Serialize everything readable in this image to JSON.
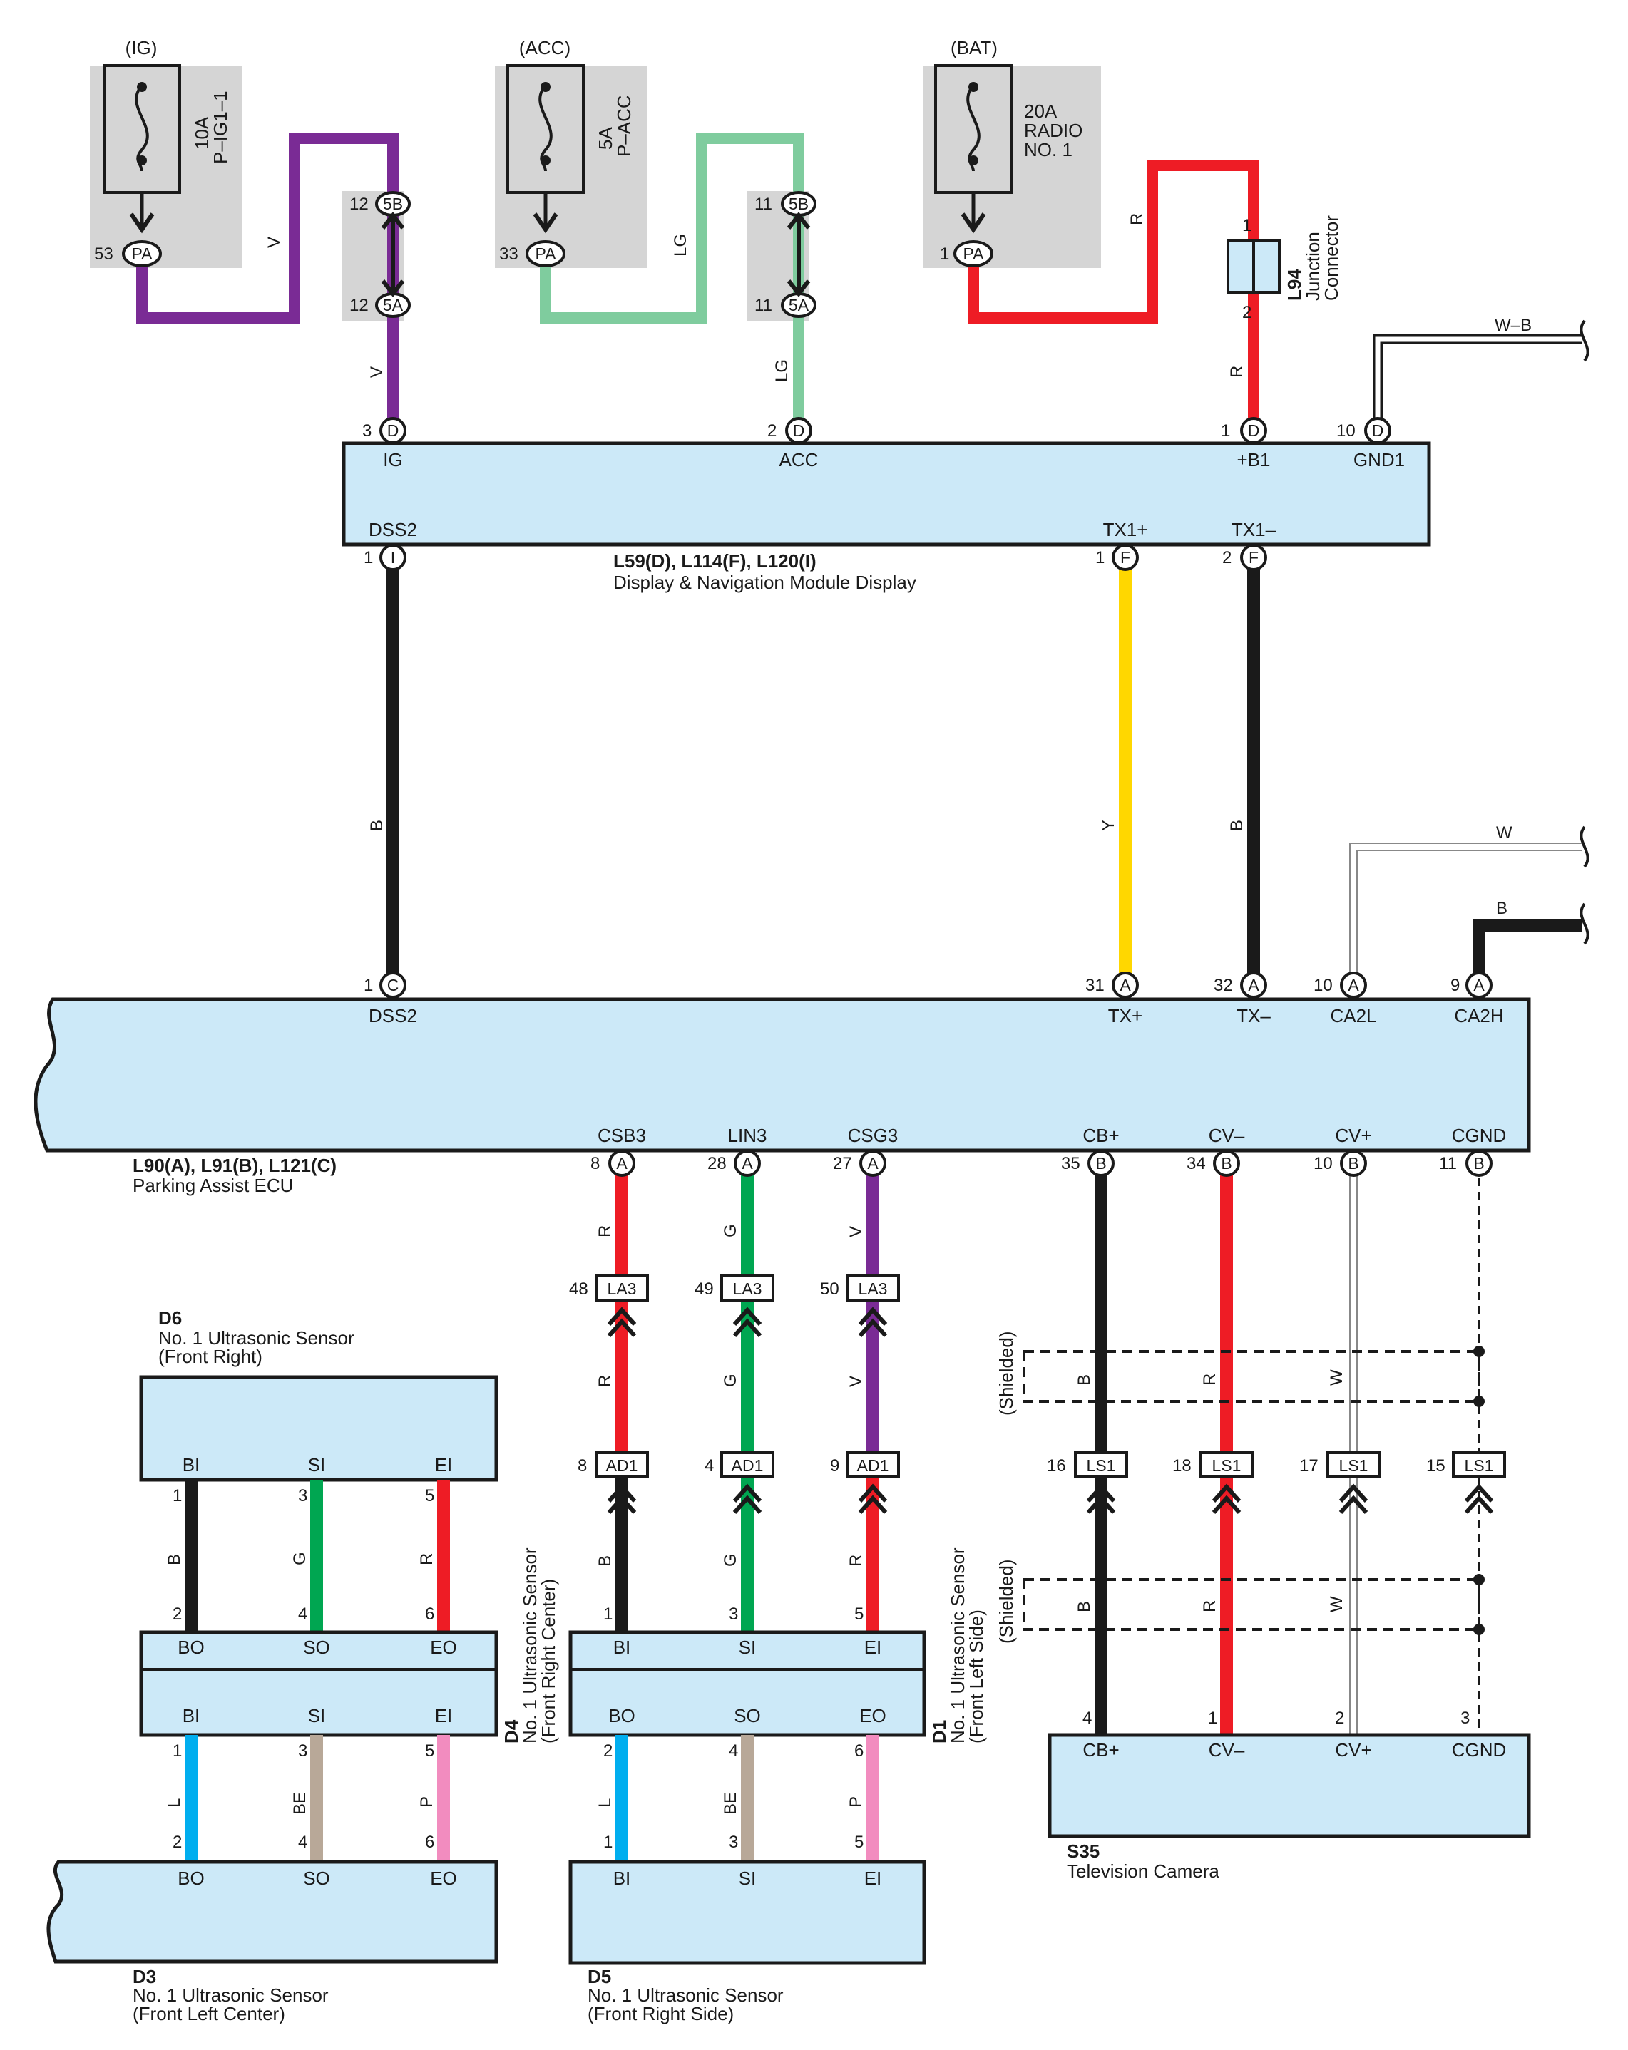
{
  "colors": {
    "violet": "#7a2b95",
    "light_green": "#7fcc9e",
    "red": "#ee1c25",
    "black": "#1a1a1a",
    "yellow": "#ffd700",
    "green": "#00a651",
    "blue": "#00aeef",
    "beige": "#b8a898",
    "pink": "#f28cbf",
    "white_wire": "#ffffff",
    "module_fill": "#cce9f8",
    "fuse_box": "#d5d5d5"
  },
  "fuses": [
    {
      "id": "ig",
      "source": "(IG)",
      "line1": "10A",
      "line2": "P–IG1–1",
      "pin": "53",
      "conn": "PA"
    },
    {
      "id": "acc",
      "source": "(ACC)",
      "line1": "5A",
      "line2": "P–ACC",
      "pin": "33",
      "conn": "PA"
    },
    {
      "id": "bat",
      "source": "(BAT)",
      "line1": "20A",
      "line2": "RADIO",
      "line3": "NO. 1",
      "pin": "1",
      "conn": "PA"
    }
  ],
  "inline_5ab": [
    {
      "top_pin": "12",
      "top_conn": "5B",
      "bot_pin": "12",
      "bot_conn": "5A"
    },
    {
      "top_pin": "11",
      "top_conn": "5B",
      "bot_pin": "11",
      "bot_conn": "5A"
    }
  ],
  "junction": {
    "id": "L94",
    "name1": "Junction",
    "name2": "Connector",
    "pin_top": "1",
    "pin_bot": "2"
  },
  "ground_wb": "W–B",
  "display_module": {
    "id": "L59(D), L114(F), L120(I)",
    "name": "Display & Navigation Module Display",
    "top_pins": [
      {
        "num": "3",
        "conn": "D",
        "name": "IG"
      },
      {
        "num": "2",
        "conn": "D",
        "name": "ACC"
      },
      {
        "num": "1",
        "conn": "D",
        "name": "+B1"
      },
      {
        "num": "10",
        "conn": "D",
        "name": "GND1"
      }
    ],
    "bottom_pins": [
      {
        "num": "1",
        "conn": "I",
        "name": "DSS2"
      },
      {
        "num": "1",
        "conn": "F",
        "name": "TX1+"
      },
      {
        "num": "2",
        "conn": "F",
        "name": "TX1–"
      }
    ]
  },
  "parking_ecu": {
    "id": "L90(A), L91(B), L121(C)",
    "name": "Parking Assist ECU",
    "top_pins": [
      {
        "num": "1",
        "conn": "C",
        "name": "DSS2"
      },
      {
        "num": "31",
        "conn": "A",
        "name": "TX+"
      },
      {
        "num": "32",
        "conn": "A",
        "name": "TX–"
      },
      {
        "num": "10",
        "conn": "A",
        "name": "CA2L"
      },
      {
        "num": "9",
        "conn": "A",
        "name": "CA2H"
      }
    ],
    "bottom_pins": [
      {
        "num": "8",
        "conn": "A",
        "name": "CSB3"
      },
      {
        "num": "28",
        "conn": "A",
        "name": "LIN3"
      },
      {
        "num": "27",
        "conn": "A",
        "name": "CSG3"
      },
      {
        "num": "35",
        "conn": "B",
        "name": "CB+"
      },
      {
        "num": "34",
        "conn": "B",
        "name": "CV–"
      },
      {
        "num": "10",
        "conn": "B",
        "name": "CV+"
      },
      {
        "num": "11",
        "conn": "B",
        "name": "CGND"
      }
    ]
  },
  "wire_codes": {
    "V": "V",
    "LG": "LG",
    "R": "R",
    "B": "B",
    "Y": "Y",
    "W": "W",
    "G": "G",
    "L": "L",
    "BE": "BE",
    "P": "P"
  },
  "la3": [
    {
      "pin": "48",
      "conn": "LA3"
    },
    {
      "pin": "49",
      "conn": "LA3"
    },
    {
      "pin": "50",
      "conn": "LA3"
    }
  ],
  "ad1": [
    {
      "pin": "8",
      "conn": "AD1"
    },
    {
      "pin": "4",
      "conn": "AD1"
    },
    {
      "pin": "9",
      "conn": "AD1"
    }
  ],
  "ls1": [
    {
      "pin": "16",
      "conn": "LS1"
    },
    {
      "pin": "18",
      "conn": "LS1"
    },
    {
      "pin": "17",
      "conn": "LS1"
    },
    {
      "pin": "15",
      "conn": "LS1"
    }
  ],
  "shielded": "(Shielded)",
  "d6": {
    "id": "D6",
    "name": "No. 1 Ultrasonic Sensor",
    "sub": "(Front Right)",
    "pins": [
      "BI",
      "SI",
      "EI"
    ],
    "pin_nums": [
      "1",
      "3",
      "5"
    ]
  },
  "d4": {
    "id": "D4",
    "name": "No. 1 Ultrasonic Sensor",
    "sub": "(Front Right Center)",
    "top_pins": [
      "BO",
      "SO",
      "EO"
    ],
    "top_nums": [
      "2",
      "4",
      "6"
    ],
    "bot_pins": [
      "BI",
      "SI",
      "EI"
    ],
    "bot_nums": [
      "1",
      "3",
      "5"
    ]
  },
  "d3": {
    "id": "D3",
    "name": "No. 1 Ultrasonic Sensor",
    "sub": "(Front Left Center)",
    "pins": [
      "BO",
      "SO",
      "EO"
    ],
    "pin_nums": [
      "2",
      "4",
      "6"
    ]
  },
  "d1": {
    "id": "D1",
    "name": "No. 1 Ultrasonic Sensor",
    "sub": "(Front Left Side)",
    "top_pins": [
      "BI",
      "SI",
      "EI"
    ],
    "top_nums": [
      "1",
      "3",
      "5"
    ],
    "bot_pins": [
      "BO",
      "SO",
      "EO"
    ],
    "bot_nums": [
      "2",
      "4",
      "6"
    ]
  },
  "d5": {
    "id": "D5",
    "name": "No. 1 Ultrasonic Sensor",
    "sub": "(Front Right Side)",
    "pins": [
      "BI",
      "SI",
      "EI"
    ],
    "pin_nums": [
      "1",
      "3",
      "5"
    ]
  },
  "s35": {
    "id": "S35",
    "name": "Television Camera",
    "pins": [
      "CB+",
      "CV–",
      "CV+",
      "CGND"
    ],
    "pin_nums": [
      "4",
      "1",
      "2",
      "3"
    ]
  }
}
